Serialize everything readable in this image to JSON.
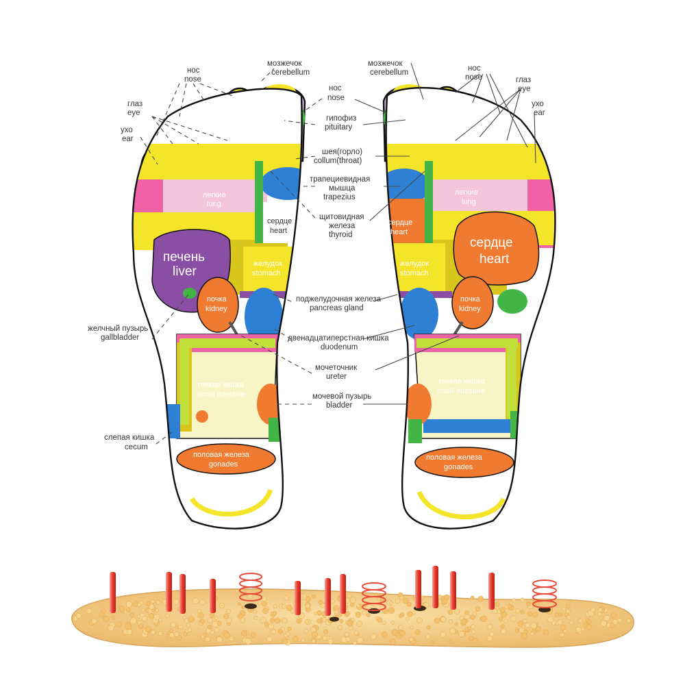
{
  "colors": {
    "yellow": "#f4e52a",
    "pink": "#ef62a6",
    "light_pink": "#f4c6dc",
    "lilac": "#d7b2e2",
    "purple": "#8a4fa5",
    "orange": "#ef7a30",
    "blue": "#2e80d5",
    "green": "#43b446",
    "olive": "#d9c61d",
    "beige": "#f8f4c6",
    "insole": "#f1c16c",
    "heat_rod": "#e13a28",
    "spring": "#e84a35"
  },
  "labels": {
    "cerebellum_ru": "мозжечок",
    "cerebellum_en": "cerebellum",
    "nose_ru": "нос",
    "nose_en": "nose",
    "eye_ru": "глаз",
    "eye_en": "eye",
    "ear_ru": "ухо",
    "ear_en": "ear",
    "pituitary_ru": "гипофиз",
    "pituitary_en": "pituitary",
    "neck_ru": "шея(горло)",
    "neck_en": "collum(throat)",
    "trapezius_ru1": "трапециевидная",
    "trapezius_ru2": "мышца",
    "trapezius_en": "trapezius",
    "thyroid_ru1": "щитовидная",
    "thyroid_ru2": "железа",
    "thyroid_en": "thyroid",
    "pancreas_ru": "поджелудочная железа",
    "pancreas_en": "pancreas gland",
    "duodenum_ru": "двенадцатиперстная кишка",
    "duodenum_en": "duodenum",
    "ureter_ru": "мочеточник",
    "ureter_en": "ureter",
    "bladder_ru": "мочевой пузырь",
    "bladder_en": "bladder",
    "gallbladder_ru": "желчный пузырь",
    "gallbladder_en": "gallbladder",
    "cecum_ru": "слепая кишка",
    "cecum_en": "cecum"
  },
  "zones": {
    "lung_ru": "легкие",
    "lung_en": "lung",
    "heart_ru": "сердце",
    "heart_en": "heart",
    "liver_ru": "печень",
    "liver_en": "liver",
    "stomach_ru": "желудок",
    "stomach_en": "stomach",
    "kidney_ru": "почка",
    "kidney_en": "kidney",
    "small_intestine_ru": "тонкая кишка",
    "small_intestine_en": "small intestine",
    "gonads_ru": "половая железа",
    "gonads_en": "gonades"
  }
}
